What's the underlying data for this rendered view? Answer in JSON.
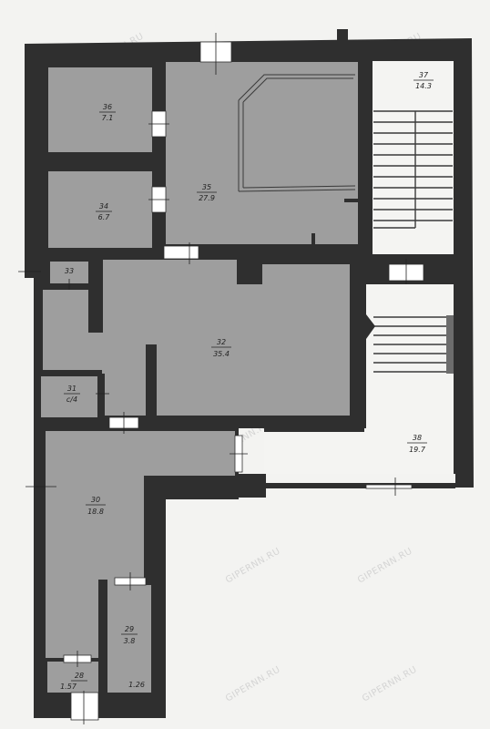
{
  "watermark": "GIPERNN.RU",
  "rooms": [
    {
      "id": "r36",
      "number": "36",
      "area": "7.1"
    },
    {
      "id": "r35",
      "number": "35",
      "area": "27.9"
    },
    {
      "id": "r34",
      "number": "34",
      "area": "6.7"
    },
    {
      "id": "r37",
      "number": "37",
      "area": "14.3"
    },
    {
      "id": "r33",
      "number": "33",
      "area": ""
    },
    {
      "id": "r32",
      "number": "32",
      "area": "35.4"
    },
    {
      "id": "r31",
      "number": "31",
      "area": "c/4"
    },
    {
      "id": "r38",
      "number": "38",
      "area": "19.7"
    },
    {
      "id": "r30",
      "number": "30",
      "area": "18.8"
    },
    {
      "id": "r29",
      "number": "29",
      "area": "3.8"
    },
    {
      "id": "r28",
      "number": "28",
      "area": "1.57"
    }
  ],
  "extra_labels": {
    "r29b": "1.26"
  },
  "colors": {
    "wall": "#2f2f2f",
    "room_fill": "#9e9e9e",
    "background": "#f3f3f1"
  }
}
